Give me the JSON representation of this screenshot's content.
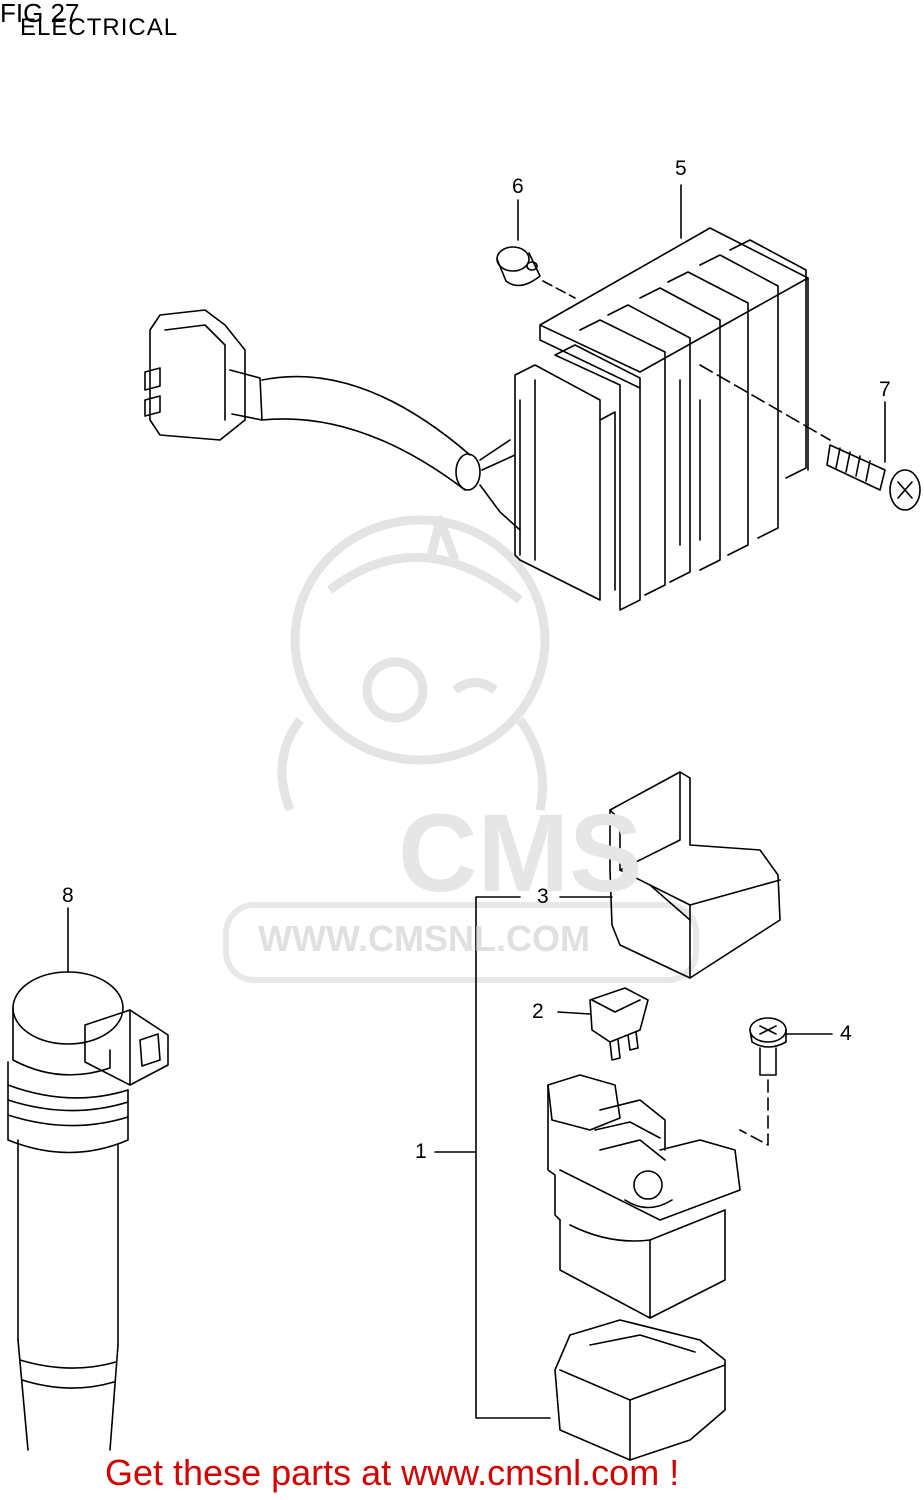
{
  "figure": {
    "title": "FIG 27",
    "subtitle": "ELECTRICAL"
  },
  "callouts": [
    "1",
    "2",
    "3",
    "4",
    "5",
    "6",
    "7",
    "8"
  ],
  "watermark": {
    "brand": "CMS",
    "url": "WWW.CMSNL.COM"
  },
  "footer": {
    "link_text": "Get these parts at www.cmsnl.com !"
  },
  "colors": {
    "line": "#000000",
    "watermark": "#e3e3e3",
    "footer": "#d40000"
  }
}
